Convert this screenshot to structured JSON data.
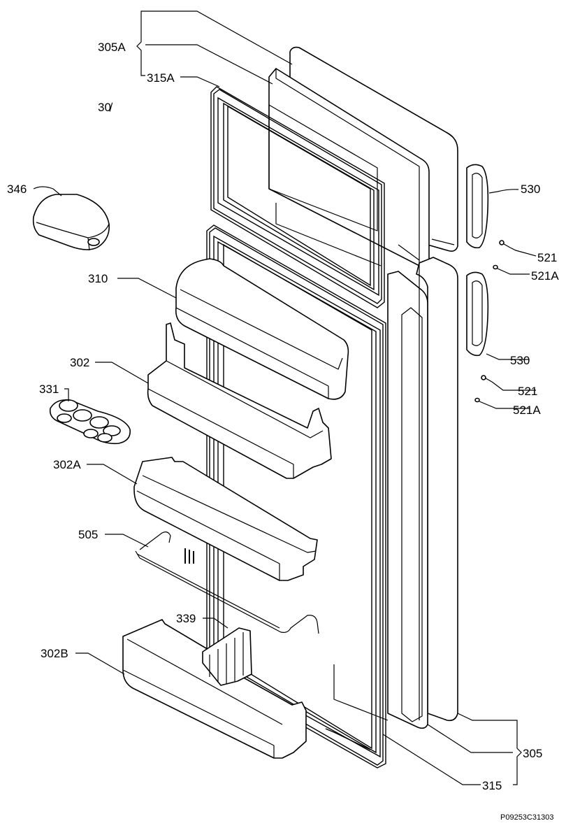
{
  "labels": {
    "l305A": "305A",
    "l315A": "315A",
    "l30x": "30̸",
    "l346": "346",
    "l530a": "530",
    "l521a": "521",
    "l521Aa": "521A",
    "l310": "310",
    "l302": "302",
    "l530b": "530",
    "l331": "331",
    "l521b": "521",
    "l521Ab": "521A",
    "l302A": "302A",
    "l505": "505",
    "l339": "339",
    "l302B": "302B",
    "l305": "305",
    "l315": "315"
  },
  "code": "P09253C31303"
}
